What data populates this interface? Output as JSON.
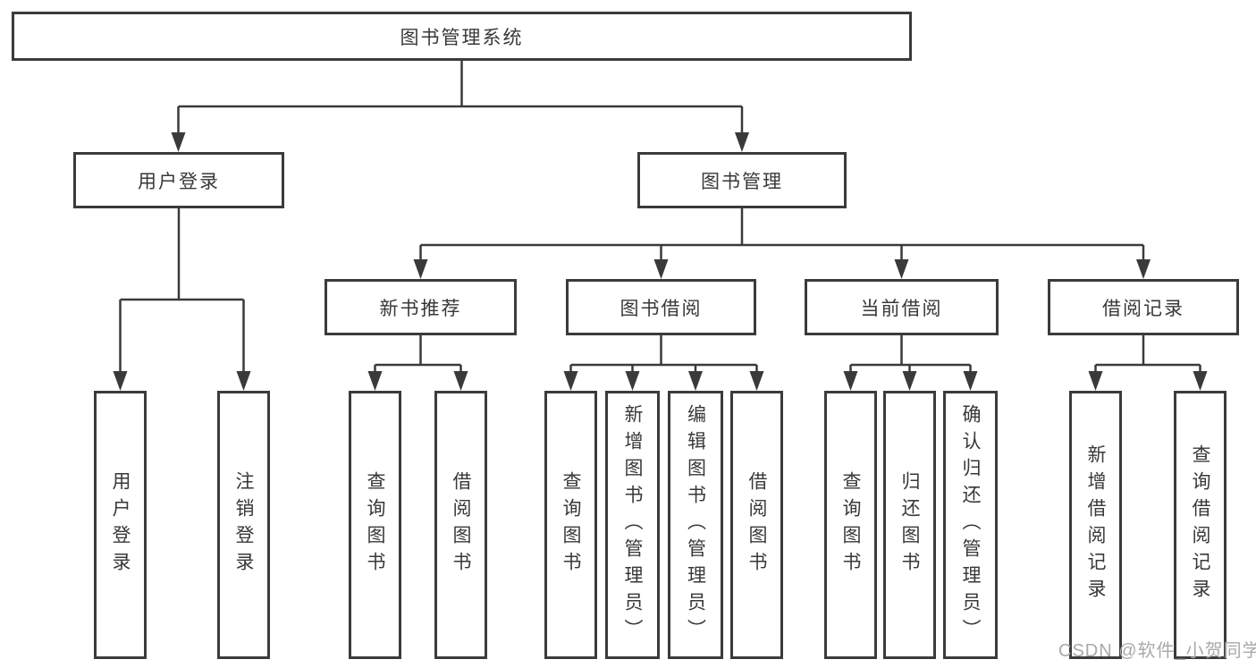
{
  "tree": {
    "root": {
      "label": "图书管理系统"
    },
    "user_login": {
      "label": "用户登录",
      "children": [
        "用户登录",
        "注销登录"
      ]
    },
    "book_mgmt": {
      "label": "图书管理",
      "sections": {
        "new_books": {
          "label": "新书推荐",
          "children": [
            "查询图书",
            "借阅图书"
          ]
        },
        "book_borrow": {
          "label": "图书借阅",
          "children": [
            "查询图书",
            "新增图书（管理员）",
            "编辑图书（管理员）",
            "借阅图书"
          ]
        },
        "current_borrow": {
          "label": "当前借阅",
          "children": [
            "查询图书",
            "归还图书",
            "确认归还（管理员）"
          ]
        },
        "borrow_records": {
          "label": "借阅记录",
          "children": [
            "新增借阅记录",
            "查询借阅记录"
          ]
        }
      }
    }
  },
  "colors": {
    "line": "#3a3a3a",
    "box_border": "#3b3b3b",
    "text": "#383838",
    "watermark": "#a9a9a9",
    "background": "#ffffff"
  },
  "watermark": {
    "text": "CSDN @软件_小贺同学"
  }
}
